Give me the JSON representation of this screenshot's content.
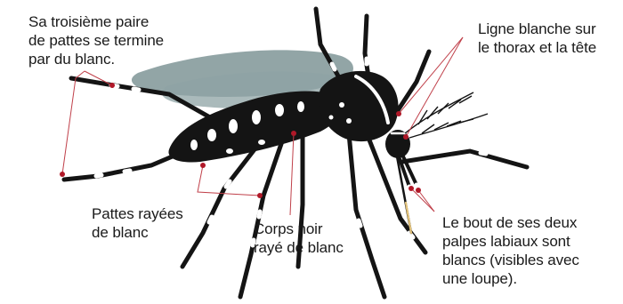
{
  "colors": {
    "background": "#ffffff",
    "text": "#1a1a1a",
    "leader_line": "#c0404a",
    "marker_dot": "#b01828",
    "body": "#141414",
    "stripe": "#ffffff",
    "wing": "#7f9596",
    "proboscis_tip": "#e2c27a"
  },
  "labels": {
    "legs_third_pair": [
      "Sa troisième paire",
      "de pattes se termine",
      "par du blanc."
    ],
    "thorax_head": [
      "Ligne blanche sur",
      "le thorax et la tête"
    ],
    "striped_legs": [
      "Pattes rayées",
      "de blanc"
    ],
    "body": [
      "Corps noir",
      "rayé de blanc"
    ],
    "palps": [
      "Le bout de ses deux",
      "palpes labiaux sont",
      "blancs (visibles avec",
      "une loupe)."
    ]
  }
}
